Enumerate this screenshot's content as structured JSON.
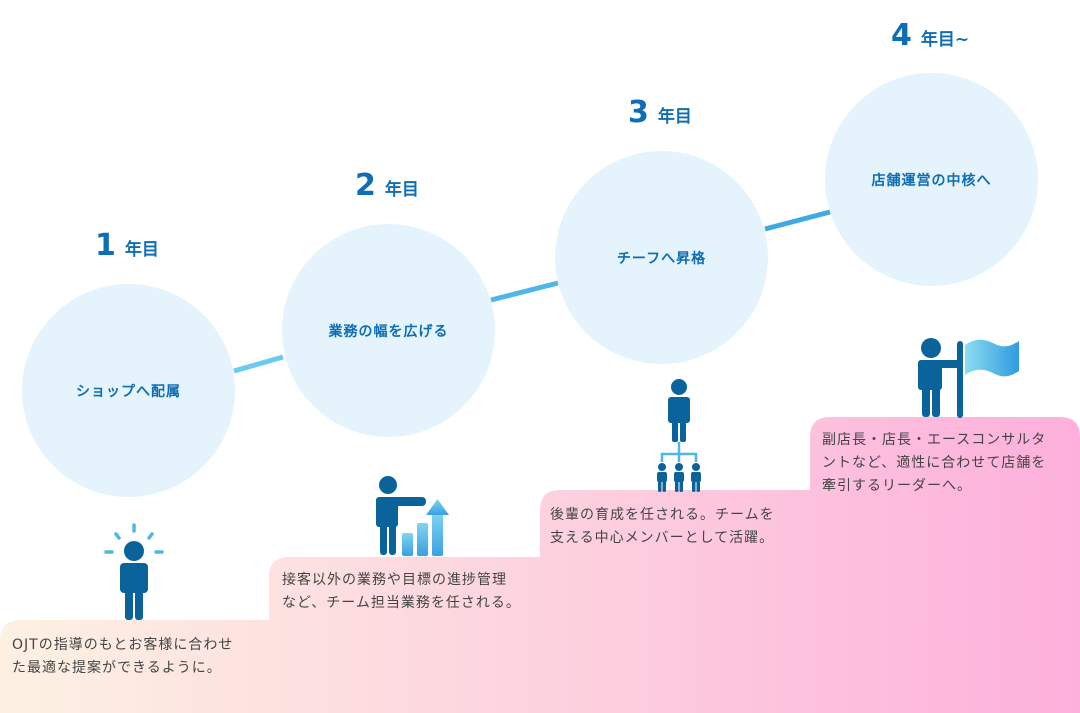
{
  "colors": {
    "accent": "#0d6db5",
    "figure": "#0a649b",
    "circle_fill": "#e5f4fc",
    "connector": "#4fb7e7",
    "step_gradient_start": "#fdf1e2",
    "step_gradient_end": "#fdb0dc",
    "body_text": "#444444"
  },
  "stages": [
    {
      "year_number": "1",
      "year_unit": "年目",
      "title": "ショップへ配属",
      "description_lines": [
        "OJTの指導のもとお客様に合わせ",
        "た最適な提案ができるように。"
      ],
      "icon": "person-idea-icon"
    },
    {
      "year_number": "2",
      "year_unit": "年目",
      "title": "業務の幅を広げる",
      "description_lines": [
        "接客以外の業務や目標の進捗管理",
        "など、チーム担当業務を任される。"
      ],
      "icon": "person-growth-chart-icon"
    },
    {
      "year_number": "3",
      "year_unit": "年目",
      "title": "チーフへ昇格",
      "description_lines": [
        "後輩の育成を任される。チームを",
        "支える中心メンバーとして活躍。"
      ],
      "icon": "team-hierarchy-icon"
    },
    {
      "year_number": "4",
      "year_unit": "年目~",
      "title": "店舗運営の中核へ",
      "description_lines": [
        "副店長・店長・エースコンサルタ",
        "ントなど、適性に合わせて店舗を",
        "牽引するリーダーへ。"
      ],
      "icon": "person-flag-icon"
    }
  ]
}
